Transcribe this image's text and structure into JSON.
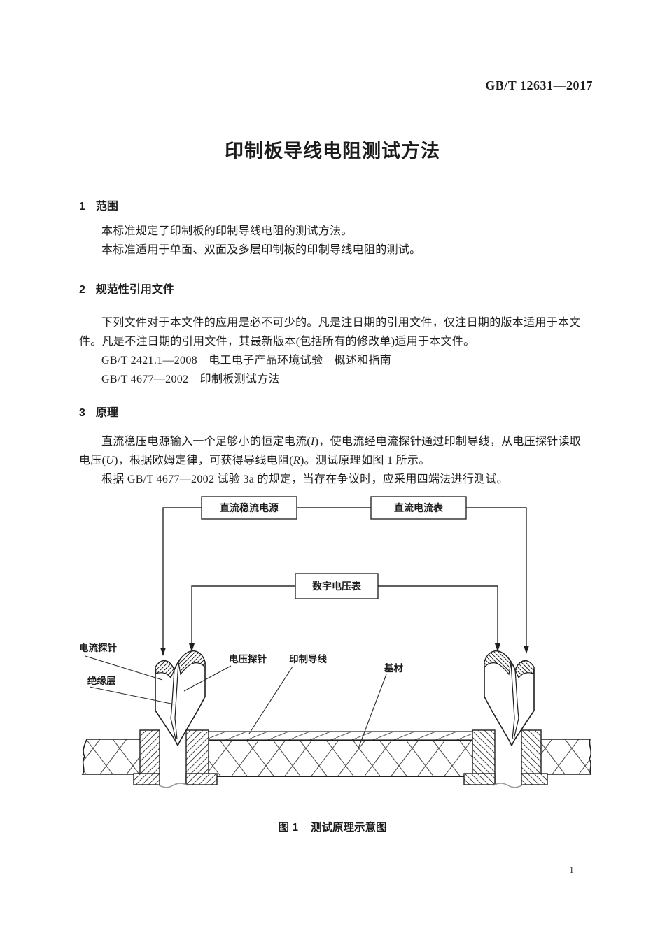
{
  "header": {
    "doc_number": "GB/T 12631—2017"
  },
  "title": "印制板导线电阻测试方法",
  "s1": {
    "num": "1",
    "heading": "范围",
    "line1": "本标准规定了印制板的印制导线电阻的测试方法。",
    "line2": "本标准适用于单面、双面及多层印制板的印制导线电阻的测试。"
  },
  "s2": {
    "num": "2",
    "heading": "规范性引用文件",
    "line1": "下列文件对于本文件的应用是必不可少的。凡是注日期的引用文件，仅注日期的版本适用于本文",
    "line2": "件。凡是不注日期的引用文件，其最新版本(包括所有的修改单)适用于本文件。",
    "ref1": "GB/T 2421.1—2008　电工电子产品环境试验　概述和指南",
    "ref2": "GB/T 4677—2002　印制板测试方法"
  },
  "s3": {
    "num": "3",
    "heading": "原理",
    "p1a_pre": "直流稳压电源输入一个足够小的恒定电流(",
    "p1a_i": "I",
    "p1a_post": ")，使电流经电流探针通过印制导线，从电压探针读取",
    "p1b_pre": "电压(",
    "p1b_u": "U",
    "p1b_mid": ")，根据欧姆定律，可获得导线电阻(",
    "p1b_r": "R",
    "p1b_post": ")。测试原理如图 1 所示。",
    "p2": "根据 GB/T 4677—2002 试验 3a 的规定，当存在争议时，应采用四端法进行测试。"
  },
  "diagram": {
    "box_power": "直流稳流电源",
    "box_ammeter": "直流电流表",
    "box_voltmeter": "数字电压表",
    "label_current_probe": "电流探针",
    "label_insulation": "绝缘层",
    "label_voltage_probe": "电压探针",
    "label_conductor": "印制导线",
    "label_substrate": "基材"
  },
  "figure": {
    "caption_label": "图 1",
    "caption_text": "测试原理示意图"
  },
  "footer": {
    "page_number": "1"
  }
}
